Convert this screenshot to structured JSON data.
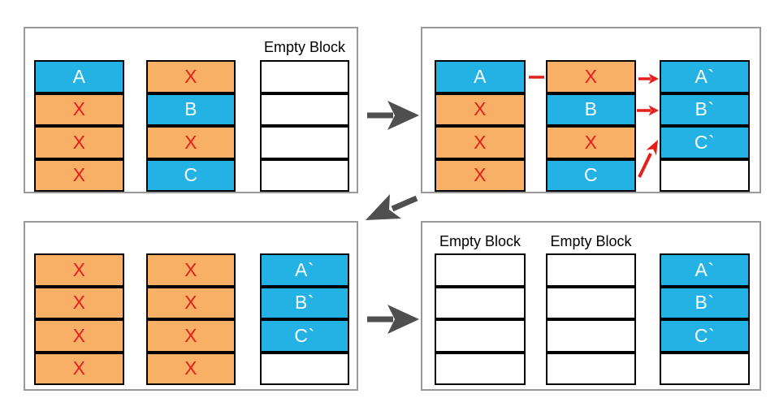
{
  "colors": {
    "cyan": "#24b2e4",
    "orange": "#f7b065",
    "red": "#e3201c",
    "arrow_gray": "#4f4f4f",
    "panel_border": "#999999",
    "block_border": "#000000"
  },
  "panels": [
    {
      "name": "step-1-initial-state",
      "header_label": "Empty Block",
      "columns": [
        {
          "cells": [
            {
              "text": "A",
              "type": "valid"
            },
            {
              "text": "X",
              "type": "invalid"
            },
            {
              "text": "X",
              "type": "invalid"
            },
            {
              "text": "X",
              "type": "invalid"
            }
          ]
        },
        {
          "cells": [
            {
              "text": "X",
              "type": "invalid"
            },
            {
              "text": "B",
              "type": "valid"
            },
            {
              "text": "X",
              "type": "invalid"
            },
            {
              "text": "C",
              "type": "valid"
            }
          ]
        },
        {
          "cells": [
            {
              "text": "",
              "type": "empty"
            },
            {
              "text": "",
              "type": "empty"
            },
            {
              "text": "",
              "type": "empty"
            },
            {
              "text": "",
              "type": "empty"
            }
          ]
        }
      ]
    },
    {
      "name": "step-2-copy-valid-pages",
      "columns": [
        {
          "cells": [
            {
              "text": "A",
              "type": "valid"
            },
            {
              "text": "X",
              "type": "invalid"
            },
            {
              "text": "X",
              "type": "invalid"
            },
            {
              "text": "X",
              "type": "invalid"
            }
          ]
        },
        {
          "cells": [
            {
              "text": "X",
              "type": "invalid"
            },
            {
              "text": "B",
              "type": "valid"
            },
            {
              "text": "X",
              "type": "invalid"
            },
            {
              "text": "C",
              "type": "valid"
            }
          ]
        },
        {
          "cells": [
            {
              "text": "A`",
              "type": "valid"
            },
            {
              "text": "B`",
              "type": "valid"
            },
            {
              "text": "C`",
              "type": "valid"
            },
            {
              "text": "",
              "type": "empty"
            }
          ]
        }
      ]
    },
    {
      "name": "step-3-old-blocks-invalid",
      "columns": [
        {
          "cells": [
            {
              "text": "X",
              "type": "invalid"
            },
            {
              "text": "X",
              "type": "invalid"
            },
            {
              "text": "X",
              "type": "invalid"
            },
            {
              "text": "X",
              "type": "invalid"
            }
          ]
        },
        {
          "cells": [
            {
              "text": "X",
              "type": "invalid"
            },
            {
              "text": "X",
              "type": "invalid"
            },
            {
              "text": "X",
              "type": "invalid"
            },
            {
              "text": "X",
              "type": "invalid"
            }
          ]
        },
        {
          "cells": [
            {
              "text": "A`",
              "type": "valid"
            },
            {
              "text": "B`",
              "type": "valid"
            },
            {
              "text": "C`",
              "type": "valid"
            },
            {
              "text": "",
              "type": "empty"
            }
          ]
        }
      ]
    },
    {
      "name": "step-4-blocks-erased",
      "header_label_1": "Empty Block",
      "header_label_2": "Empty Block",
      "columns": [
        {
          "cells": [
            {
              "text": "",
              "type": "empty"
            },
            {
              "text": "",
              "type": "empty"
            },
            {
              "text": "",
              "type": "empty"
            },
            {
              "text": "",
              "type": "empty"
            }
          ]
        },
        {
          "cells": [
            {
              "text": "",
              "type": "empty"
            },
            {
              "text": "",
              "type": "empty"
            },
            {
              "text": "",
              "type": "empty"
            },
            {
              "text": "",
              "type": "empty"
            }
          ]
        },
        {
          "cells": [
            {
              "text": "A`",
              "type": "valid"
            },
            {
              "text": "B`",
              "type": "valid"
            },
            {
              "text": "C`",
              "type": "valid"
            },
            {
              "text": "",
              "type": "empty"
            }
          ]
        }
      ]
    }
  ],
  "arrows": {
    "step_arrows": [
      {
        "name": "step-arrow-1-to-2",
        "direction": "right"
      },
      {
        "name": "step-arrow-2-to-3",
        "direction": "down-left"
      },
      {
        "name": "step-arrow-3-to-4",
        "direction": "right"
      }
    ],
    "copy_arrows": [
      {
        "name": "copy-arrow-a",
        "from": "A",
        "to": "A`"
      },
      {
        "name": "copy-arrow-b",
        "from": "B",
        "to": "B`"
      },
      {
        "name": "copy-arrow-c",
        "from": "C",
        "to": "C`"
      }
    ]
  }
}
